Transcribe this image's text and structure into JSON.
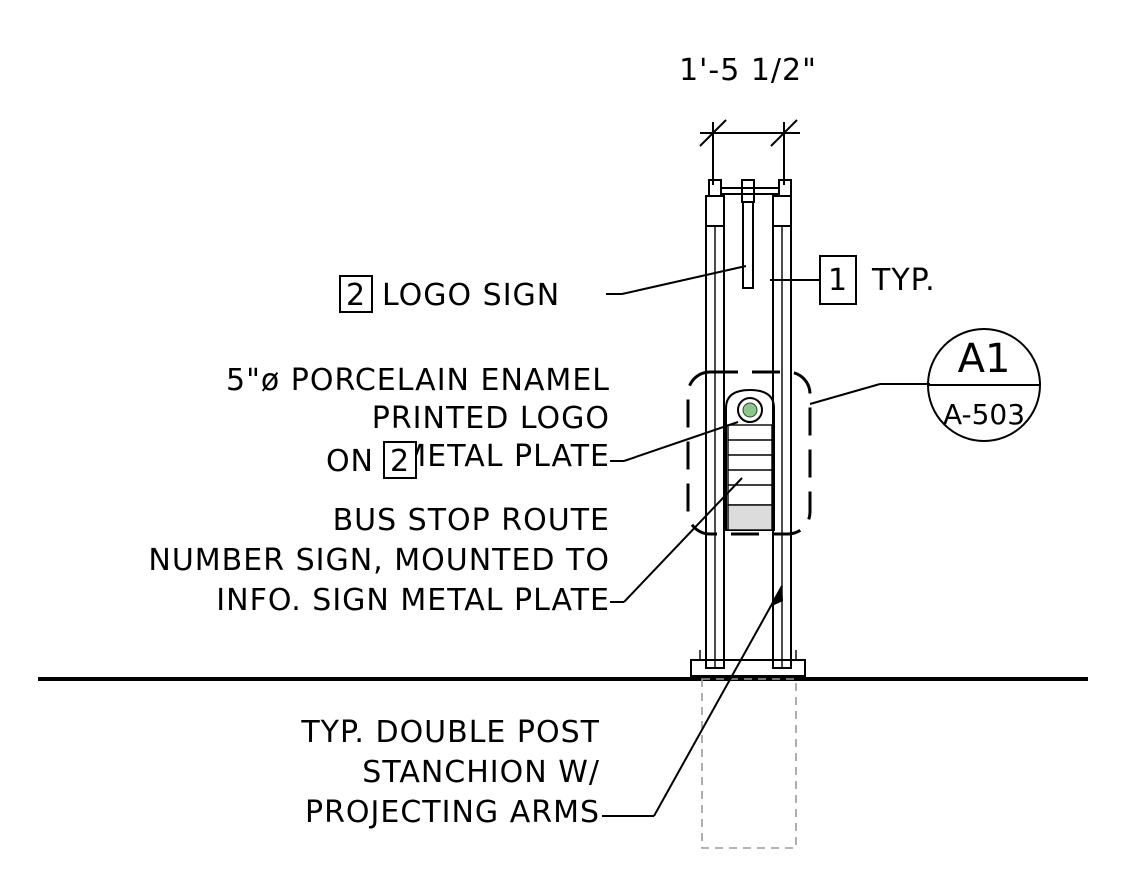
{
  "dimension": {
    "text": "1'-5 1/2\""
  },
  "callouts": {
    "logo_sign": {
      "tag": "2",
      "text": "LOGO SIGN"
    },
    "typical": {
      "tag": "1",
      "text": "TYP."
    },
    "enamel_logo": {
      "line1": "5\"ø PORCELAIN ENAMEL",
      "line2": "PRINTED LOGO",
      "line3_prefix": "ON",
      "line3_tag": "2",
      "line3_suffix": "METAL PLATE"
    },
    "route_sign": {
      "line1": "BUS STOP ROUTE",
      "line2": "NUMBER SIGN, MOUNTED TO",
      "line3": "INFO. SIGN METAL PLATE"
    },
    "stanchion": {
      "line1": "TYP. DOUBLE POST",
      "line2": "STANCHION W/",
      "line3": "PROJECTING ARMS"
    }
  },
  "detail_bubble": {
    "detail": "A1",
    "sheet": "A-503"
  }
}
